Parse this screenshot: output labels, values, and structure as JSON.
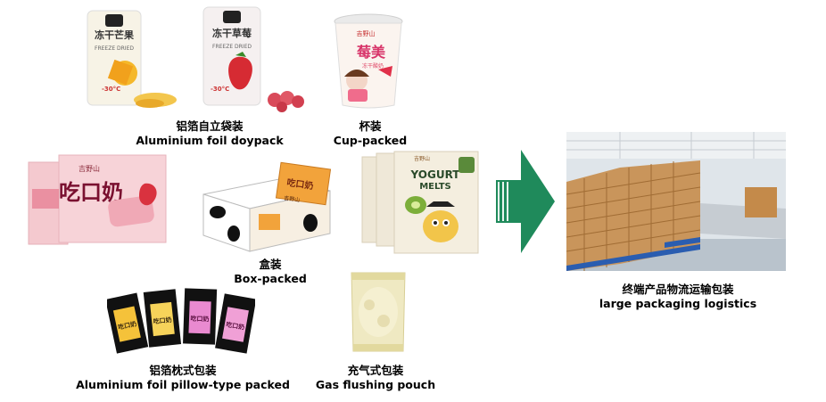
{
  "groups": {
    "doypack": {
      "zh": "铝箔自立袋装",
      "en": "Aluminium foil doypack",
      "bag1_title": "冻干芒果",
      "bag1_sub": "FREEZE DRIED",
      "bag1_temp": "-30°C",
      "bag2_title": "冻干草莓",
      "bag2_sub": "FREEZE DRIED",
      "bag2_temp": "-30°C"
    },
    "cup": {
      "zh": "杯装",
      "en": "Cup-packed",
      "brand": "吉野山",
      "big_text": "莓美",
      "tag_text": "冻干酸奶"
    },
    "box": {
      "zh": "盒装",
      "en": "Box-packed",
      "brand": "吉野山",
      "title": "吃口奶"
    },
    "pillow": {
      "zh": "铝箔枕式包装",
      "en": "Aluminium foil pillow-type packed",
      "sachet_text": "吃口奶"
    },
    "gas": {
      "zh": "充气式包装",
      "en": "Gas flushing pouch"
    },
    "milk_bag": {
      "brand": "吉野山",
      "big_text": "吃口奶"
    },
    "yogurt_bag": {
      "brand": "吉野山",
      "text1": "YOGURT",
      "text2": "MELTS"
    },
    "logistics": {
      "zh": "终端产品物流运输包装",
      "en": "large packaging logistics"
    }
  },
  "colors": {
    "arrow": "#1f8a5b",
    "arrow_dark": "#0e6a43",
    "carton": "#c9955b",
    "pallet": "#2a5db0"
  }
}
